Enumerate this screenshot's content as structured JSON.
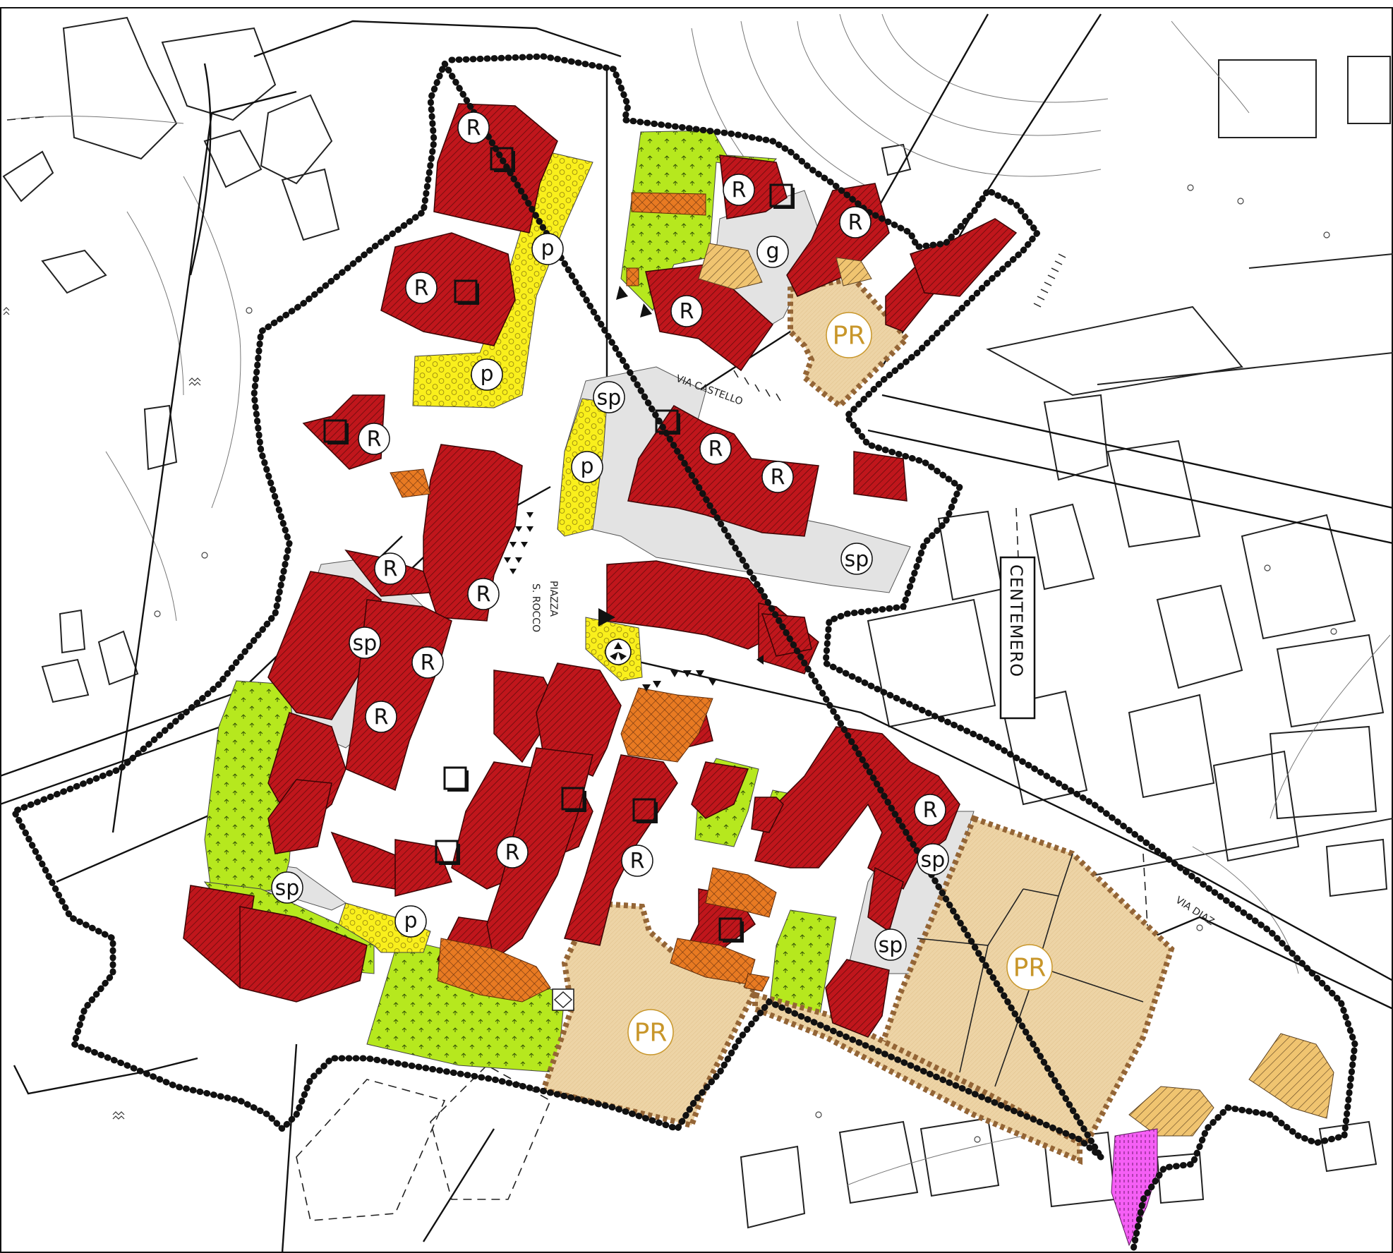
{
  "map": {
    "place_name": "CENTEMERO",
    "streets": [
      {
        "id": "via-castello",
        "label": "VIA CASTELLO"
      },
      {
        "id": "via-diaz",
        "label": "VIA DIAZ"
      }
    ],
    "square": {
      "line1": "PIAZZA",
      "line2": "S. ROCCO"
    },
    "zone_codes": {
      "residential": "R",
      "recovery_plan": "PR",
      "parking": "p",
      "public_space": "sp",
      "garden": "g"
    },
    "colors": {
      "residential_fill": "#c0161c",
      "courtyard_fill": "#e3e3e3",
      "green_fill": "#b6e81e",
      "parking_fill": "#f9ef1c",
      "recovery_fill": "#edd4a6",
      "recovery_border": "#946536",
      "orange_hatch": "#e87a22",
      "tan_hatch": "#f0c470",
      "magenta": "#f55ff5",
      "boundary": "#111111"
    }
  }
}
